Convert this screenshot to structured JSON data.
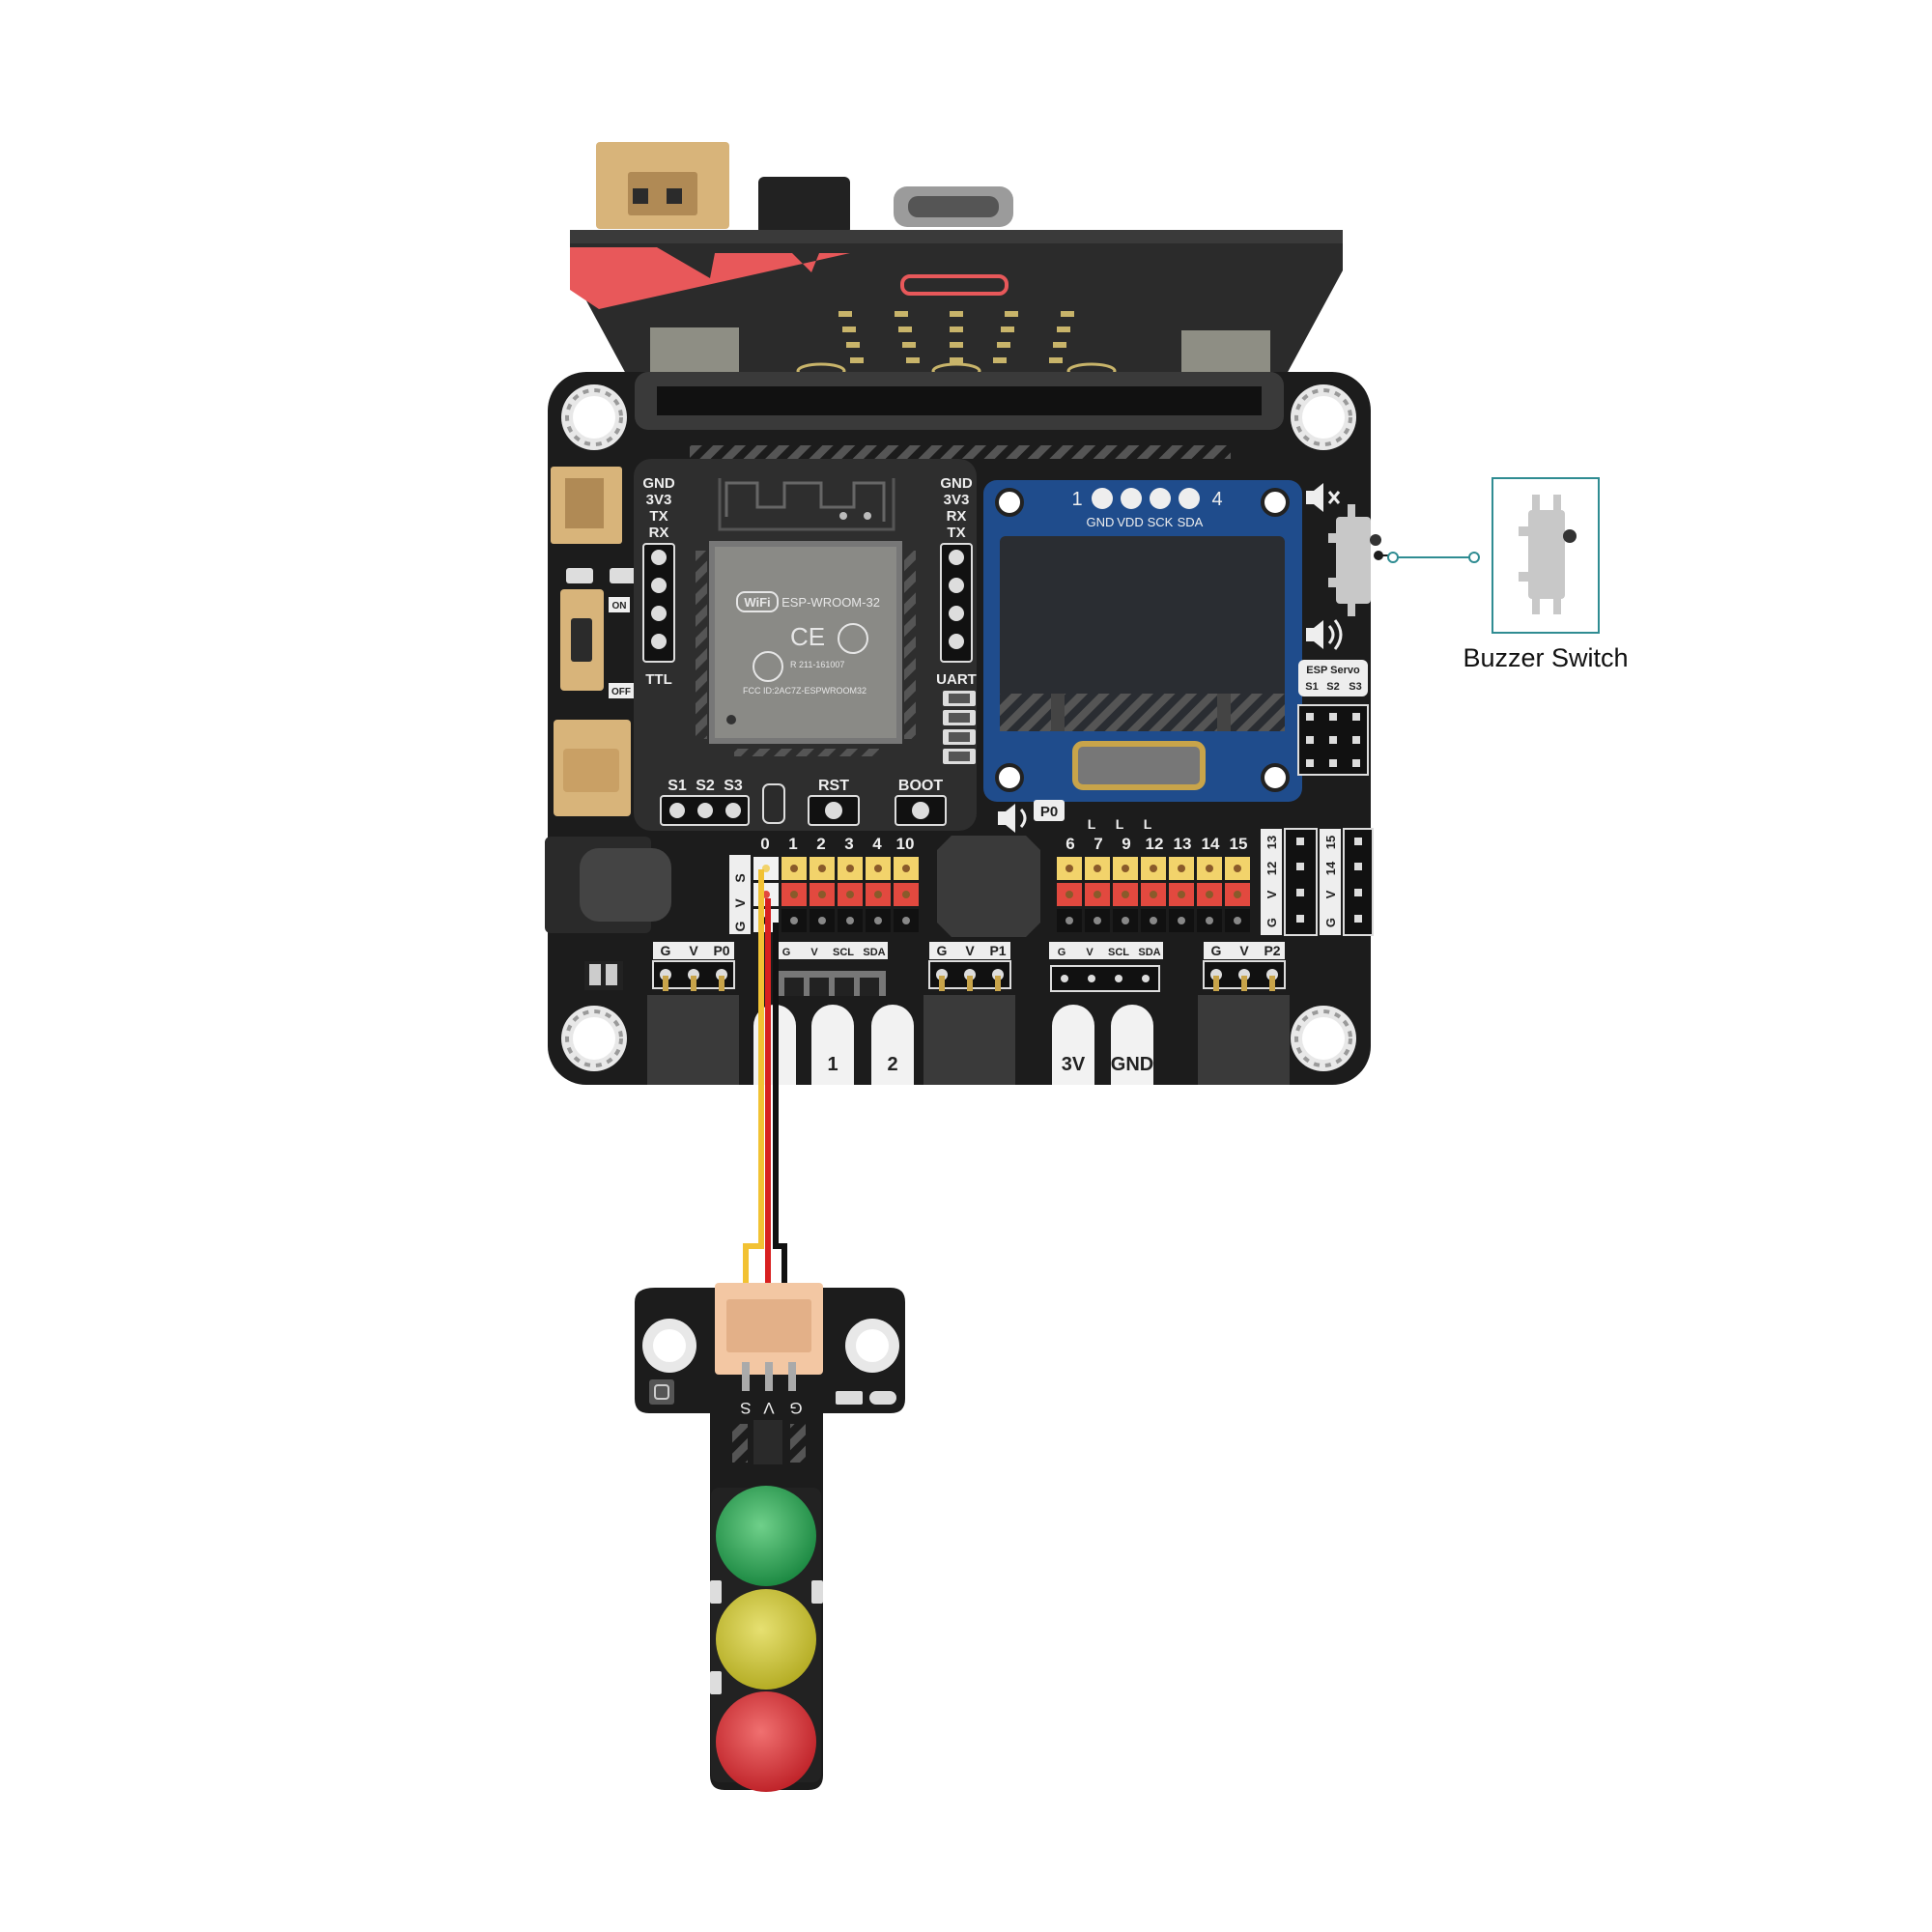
{
  "colors": {
    "pcb": "#1c1c1c",
    "pcb_edge": "#2a2a2a",
    "microbit": "#2b2b2b",
    "accent_red": "#e8585a",
    "header_yellow": "#f2d36b",
    "header_red": "#e2493f",
    "oled_blue": "#1f4c8c",
    "teal": "#2f8c92",
    "jst": "#f3c7a3"
  },
  "ttl": {
    "pins": [
      "GND",
      "3V3",
      "TX",
      "RX"
    ],
    "label": "TTL"
  },
  "uart": {
    "pins": [
      "GND",
      "3V3",
      "RX",
      "TX"
    ],
    "label": "UART"
  },
  "esp_module": {
    "wifi_badge": "WiFi",
    "model": "ESP-WROOM-32",
    "ce": "CE",
    "reg": "R 211-161007",
    "fcc": "FCC ID:2AC7Z-ESPWROOM32"
  },
  "oled": {
    "pin_num_start": "1",
    "pin_num_end": "4",
    "pins": [
      "GND",
      "VDD",
      "SCK",
      "SDA"
    ]
  },
  "power_switch": {
    "on": "ON",
    "off": "OFF"
  },
  "servo_ports": {
    "s1": "S1",
    "s2": "S2",
    "s3": "S3"
  },
  "buttons": {
    "rst": "RST",
    "boot": "BOOT"
  },
  "esp_servo": {
    "title": "ESP Servo",
    "s1": "S1",
    "s2": "S2",
    "s3": "S3"
  },
  "p0_label": "P0",
  "pin_header_left": {
    "labels": [
      "0",
      "1",
      "2",
      "3",
      "4",
      "10"
    ],
    "row_labels": [
      "S",
      "V",
      "G"
    ]
  },
  "pin_header_right": {
    "labels": [
      "6",
      "7",
      "9",
      "12",
      "13",
      "14",
      "15"
    ],
    "l_marks": [
      "L",
      "L",
      "L"
    ]
  },
  "side_headers": {
    "a": {
      "num": "13",
      "num2": "12",
      "v": "V",
      "g": "G"
    },
    "b": {
      "num": "15",
      "num2": "14",
      "v": "V",
      "g": "G"
    }
  },
  "ports": {
    "p0": [
      "G",
      "V",
      "P0"
    ],
    "i2c_a": [
      "G",
      "V",
      "SCL",
      "SDA"
    ],
    "p1": [
      "G",
      "V",
      "P1"
    ],
    "i2c_b": [
      "G",
      "V",
      "SCL",
      "SDA"
    ],
    "p2": [
      "G",
      "V",
      "P2"
    ]
  },
  "edge_pads": {
    "p1": "1",
    "p2": "2",
    "v3": "3V",
    "gnd": "GND"
  },
  "traffic_module": {
    "pin_labels": [
      "S",
      "V",
      "G"
    ]
  },
  "callout": {
    "label": "Buzzer Switch"
  }
}
